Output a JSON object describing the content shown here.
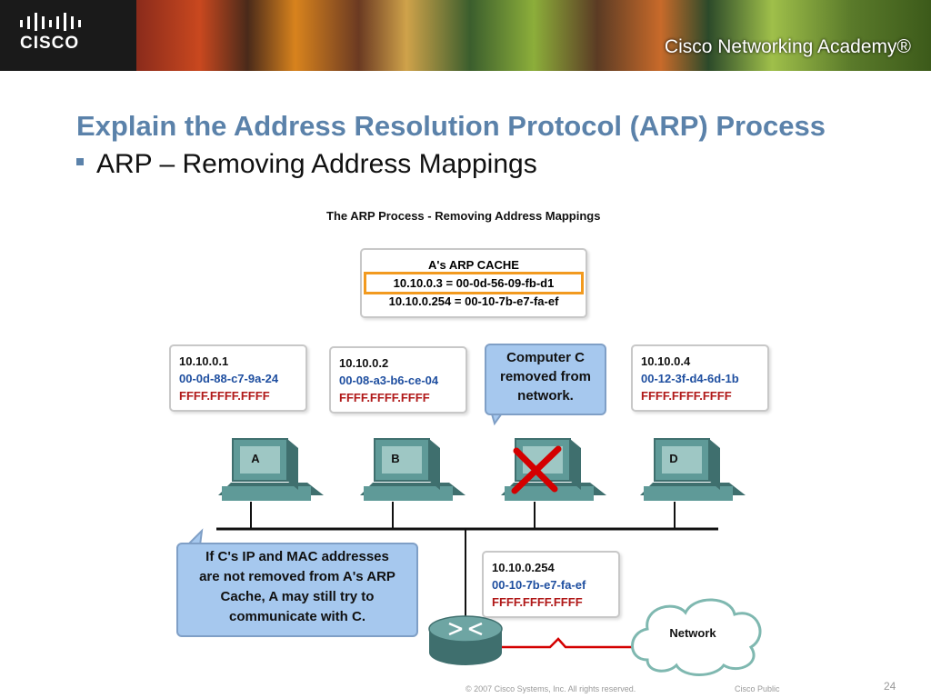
{
  "header": {
    "logo_text": "CISCO",
    "academy_text": "Cisco Networking Academy®"
  },
  "slide": {
    "title": "Explain the Address Resolution Protocol (ARP) Process",
    "bullet": "ARP – Removing Address Mappings"
  },
  "diagram": {
    "title": "The ARP Process - Removing Address Mappings",
    "cache": {
      "title": "A's ARP CACHE",
      "rows": [
        "10.10.0.3 = 00-0d-56-09-fb-d1",
        "10.10.0.254 = 00-10-7b-e7-fa-ef"
      ]
    },
    "hosts": [
      {
        "ip": "10.10.0.1",
        "mac": "00-0d-88-c7-9a-24",
        "broadcast": "FFFF.FFFF.FFFF",
        "label": "A"
      },
      {
        "ip": "10.10.0.2",
        "mac": "00-08-a3-b6-ce-04",
        "broadcast": "FFFF.FFFF.FFFF",
        "label": "B"
      },
      {
        "label": ""
      },
      {
        "ip": "10.10.0.4",
        "mac": "00-12-3f-d4-6d-1b",
        "broadcast": "FFFF.FFFF.FFFF",
        "label": "D"
      }
    ],
    "router": {
      "ip": "10.10.0.254",
      "mac": "00-10-7b-e7-fa-ef",
      "broadcast": "FFFF.FFFF.FFFF"
    },
    "callout_c": [
      "Computer C",
      "removed from",
      "network."
    ],
    "callout_a": [
      "If C's IP and MAC addresses",
      "are not removed from A's ARP",
      "Cache, A may still try to",
      "communicate with C."
    ],
    "cloud_label": "Network"
  },
  "footer": {
    "copyright": "© 2007 Cisco Systems, Inc. All rights reserved.",
    "classification": "Cisco Public",
    "page": "24"
  },
  "colors": {
    "title_blue": "#5b82aa",
    "mac_blue": "#1f4fa0",
    "broadcast_red": "#b01818",
    "highlight_orange": "#f29a1f",
    "callout_fill": "#a6c8ee",
    "computer_teal": "#5f9a98",
    "x_red": "#d40000"
  }
}
